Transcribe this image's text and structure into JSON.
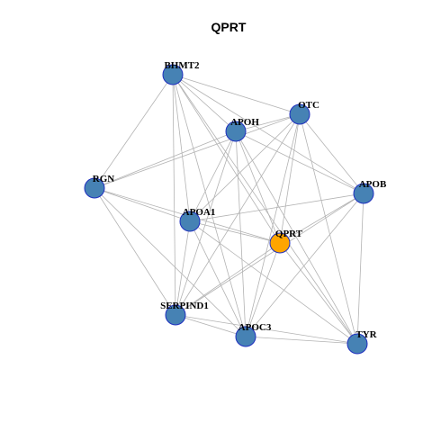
{
  "title": "QPRT",
  "colors": {
    "node": "#4682b4",
    "center": "#ffa500",
    "node_border": "#1f2fbf",
    "edge": "#b3b3b3"
  },
  "nodes": [
    {
      "id": "BHMT2",
      "label": "BHMT2",
      "center": false
    },
    {
      "id": "OTC",
      "label": "OTC",
      "center": false
    },
    {
      "id": "APOH",
      "label": "APOH",
      "center": false
    },
    {
      "id": "RGN",
      "label": "RGN",
      "center": false
    },
    {
      "id": "APOB",
      "label": "APOB",
      "center": false
    },
    {
      "id": "APOA1",
      "label": "APOA1",
      "center": false
    },
    {
      "id": "QPRT",
      "label": "QPRT",
      "center": true
    },
    {
      "id": "SERPIND1",
      "label": "SERPIND1",
      "center": false
    },
    {
      "id": "APOC3",
      "label": "APOC3",
      "center": false
    },
    {
      "id": "TYR",
      "label": "TYR",
      "center": false
    }
  ],
  "edges": [
    [
      "BHMT2",
      "OTC"
    ],
    [
      "BHMT2",
      "APOH"
    ],
    [
      "BHMT2",
      "RGN"
    ],
    [
      "BHMT2",
      "APOB"
    ],
    [
      "BHMT2",
      "APOA1"
    ],
    [
      "BHMT2",
      "QPRT"
    ],
    [
      "BHMT2",
      "SERPIND1"
    ],
    [
      "BHMT2",
      "APOC3"
    ],
    [
      "BHMT2",
      "TYR"
    ],
    [
      "OTC",
      "APOH"
    ],
    [
      "OTC",
      "RGN"
    ],
    [
      "OTC",
      "APOB"
    ],
    [
      "OTC",
      "APOA1"
    ],
    [
      "OTC",
      "QPRT"
    ],
    [
      "OTC",
      "SERPIND1"
    ],
    [
      "OTC",
      "APOC3"
    ],
    [
      "OTC",
      "TYR"
    ],
    [
      "APOH",
      "RGN"
    ],
    [
      "APOH",
      "APOB"
    ],
    [
      "APOH",
      "APOA1"
    ],
    [
      "APOH",
      "QPRT"
    ],
    [
      "APOH",
      "SERPIND1"
    ],
    [
      "APOH",
      "APOC3"
    ],
    [
      "APOH",
      "TYR"
    ],
    [
      "RGN",
      "APOA1"
    ],
    [
      "RGN",
      "QPRT"
    ],
    [
      "RGN",
      "SERPIND1"
    ],
    [
      "RGN",
      "APOC3"
    ],
    [
      "APOB",
      "APOA1"
    ],
    [
      "APOB",
      "QPRT"
    ],
    [
      "APOB",
      "SERPIND1"
    ],
    [
      "APOB",
      "APOC3"
    ],
    [
      "APOB",
      "TYR"
    ],
    [
      "APOA1",
      "QPRT"
    ],
    [
      "APOA1",
      "SERPIND1"
    ],
    [
      "APOA1",
      "APOC3"
    ],
    [
      "APOA1",
      "TYR"
    ],
    [
      "QPRT",
      "SERPIND1"
    ],
    [
      "QPRT",
      "APOC3"
    ],
    [
      "QPRT",
      "TYR"
    ],
    [
      "SERPIND1",
      "APOC3"
    ],
    [
      "SERPIND1",
      "TYR"
    ],
    [
      "APOC3",
      "TYR"
    ]
  ]
}
